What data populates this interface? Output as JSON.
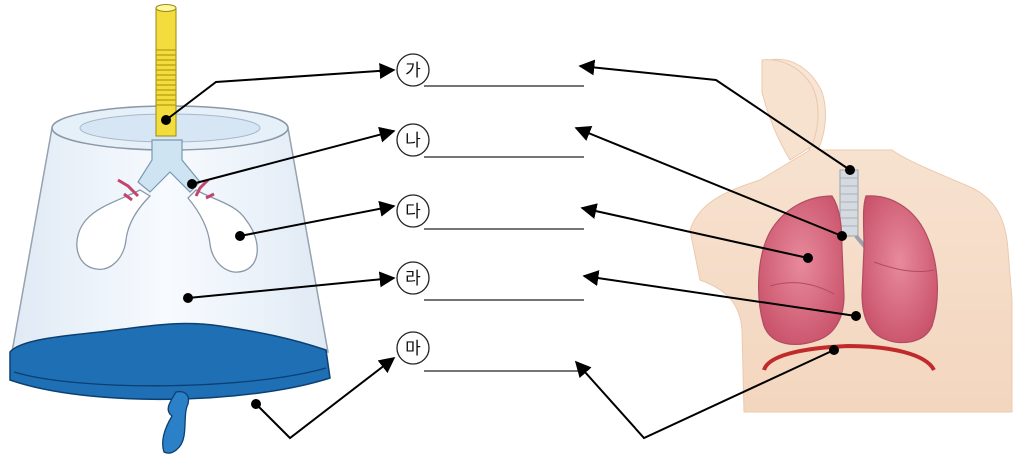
{
  "markers": [
    {
      "id": "ga",
      "label": "가"
    },
    {
      "id": "na",
      "label": "나"
    },
    {
      "id": "da",
      "label": "다"
    },
    {
      "id": "ra",
      "label": "라"
    },
    {
      "id": "ma",
      "label": "마"
    }
  ],
  "colors": {
    "tube": "#e8d23a",
    "jar": "#eef4fa",
    "lung_model": "#ffffff",
    "tie": "#c2456e",
    "rubber_sheet": "#1f6fb5",
    "skin": "#f5dcc6",
    "lung": "#d86a80",
    "trachea": "#c9cfd6",
    "diaphragm": "#c02a2a",
    "line": "#000000"
  }
}
